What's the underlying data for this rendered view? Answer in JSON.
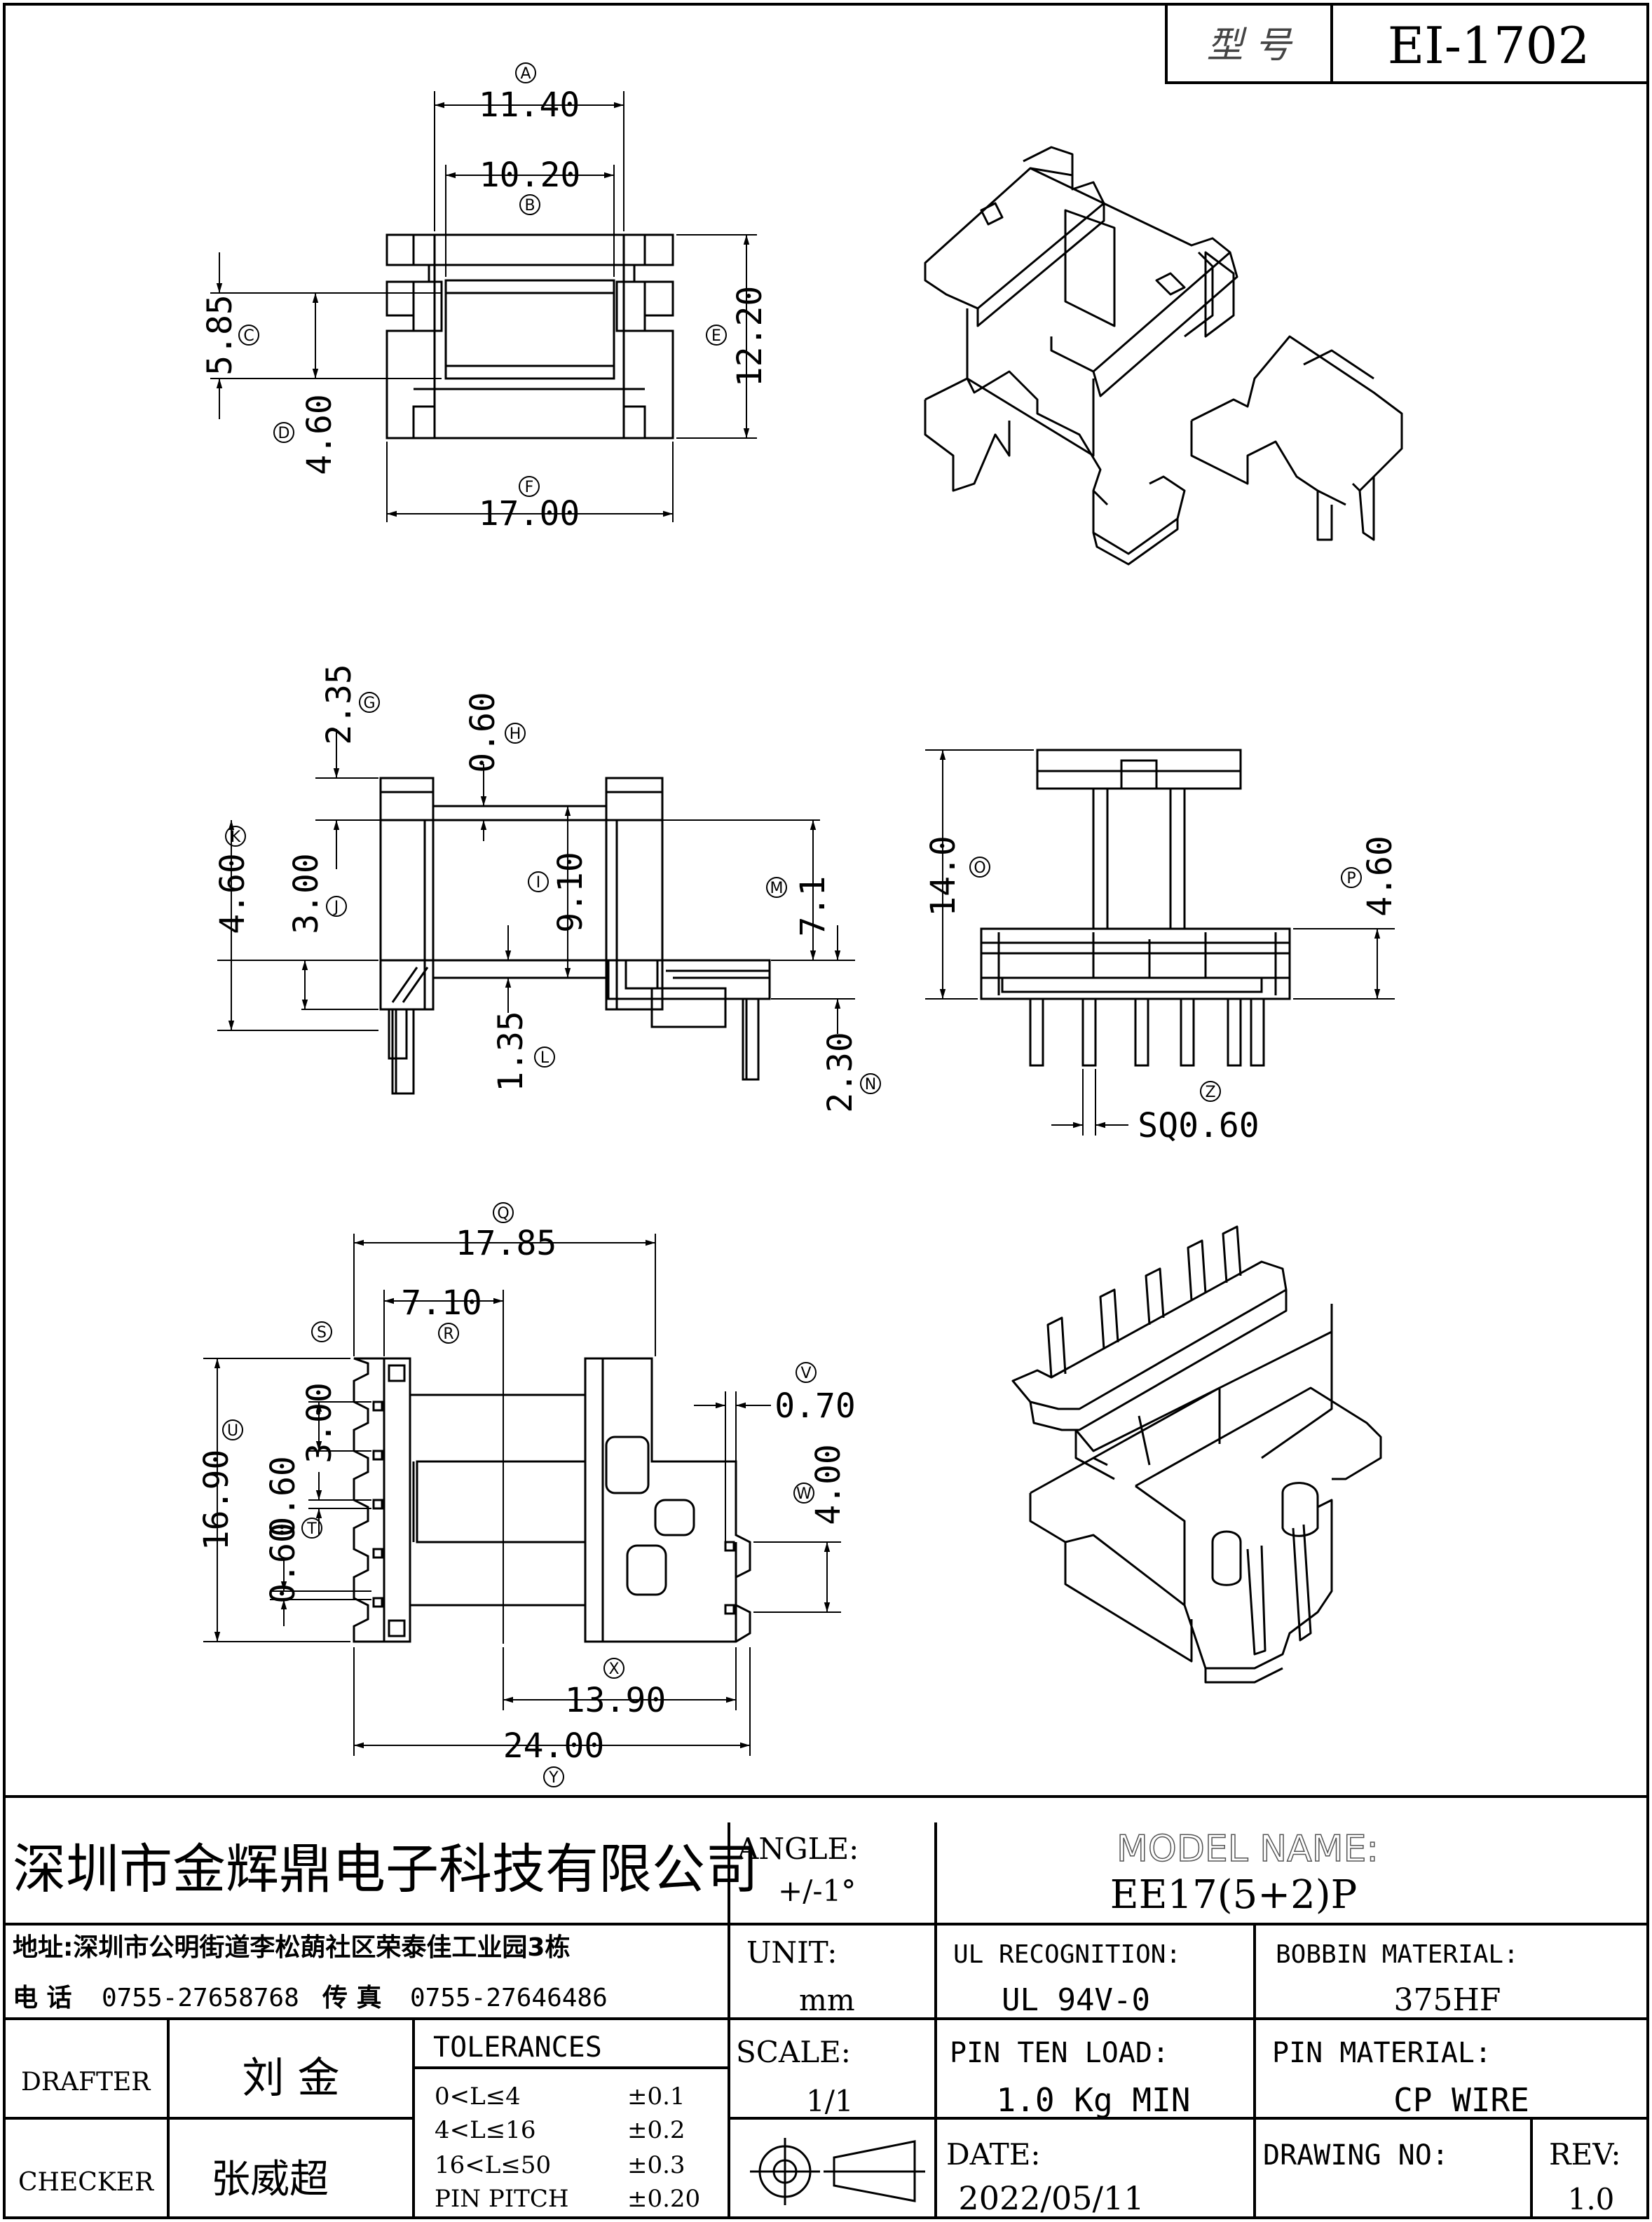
{
  "model_box": {
    "label": "型 号",
    "value": "EI-1702"
  },
  "dimensions": {
    "A": "11.40",
    "B": "10.20",
    "C": "5.85",
    "D": "4.60",
    "E": "12.20",
    "F": "17.00",
    "G": "2.35",
    "H": "0.60",
    "I": "9.10",
    "J": "3.00",
    "K": "4.60",
    "L": "1.35",
    "M": "7.1",
    "N": "2.30",
    "O": "14.0",
    "P": "4.60",
    "Z": "SQ0.60",
    "Q": "17.85",
    "R": "7.10",
    "S": "3.00",
    "T": "0.60",
    "T2": "0.60",
    "U": "16.90",
    "V": "0.70",
    "W": "4.00",
    "X": "13.90",
    "Y": "24.00"
  },
  "title_block": {
    "company": "深圳市金辉鼎电子科技有限公司",
    "address": "地址:深圳市公明街道李松蓢社区荣泰佳工业园3栋",
    "phone_label": "电 话",
    "phone": "0755-27658768",
    "fax_label": "传 真",
    "fax": "0755-27646486",
    "angle_label": "ANGLE:",
    "angle_value": "+/-1°",
    "model_name_label": "MODEL NAME:",
    "model_name": "EE17(5+2)P",
    "unit_label": "UNIT:",
    "unit_value": "mm",
    "ul_label": "UL RECOGNITION:",
    "ul_value": "UL 94V-0",
    "bobbin_label": "BOBBIN MATERIAL:",
    "bobbin_value": "375HF",
    "drafter_label": "DRAFTER",
    "drafter_value": "刘 金",
    "checker_label": "CHECKER",
    "checker_value": "张威超",
    "tolerances_label": "TOLERANCES",
    "tolerances": [
      {
        "range": "0<L≤4",
        "value": "±0.1"
      },
      {
        "range": "4<L≤16",
        "value": "±0.2"
      },
      {
        "range": "16<L≤50",
        "value": "±0.3"
      },
      {
        "range": "PIN PITCH",
        "value": "±0.20"
      }
    ],
    "scale_label": "SCALE:",
    "scale_value": "1/1",
    "pin_ten_label": "PIN TEN LOAD:",
    "pin_ten_value": "1.0 Kg MIN",
    "pin_material_label": "PIN MATERIAL:",
    "pin_material_value": "CP WIRE",
    "date_label": "DATE:",
    "date_value": "2022/05/11",
    "drawing_no_label": "DRAWING NO:",
    "drawing_no_value": "",
    "rev_label": "REV:",
    "rev_value": "1.0"
  }
}
